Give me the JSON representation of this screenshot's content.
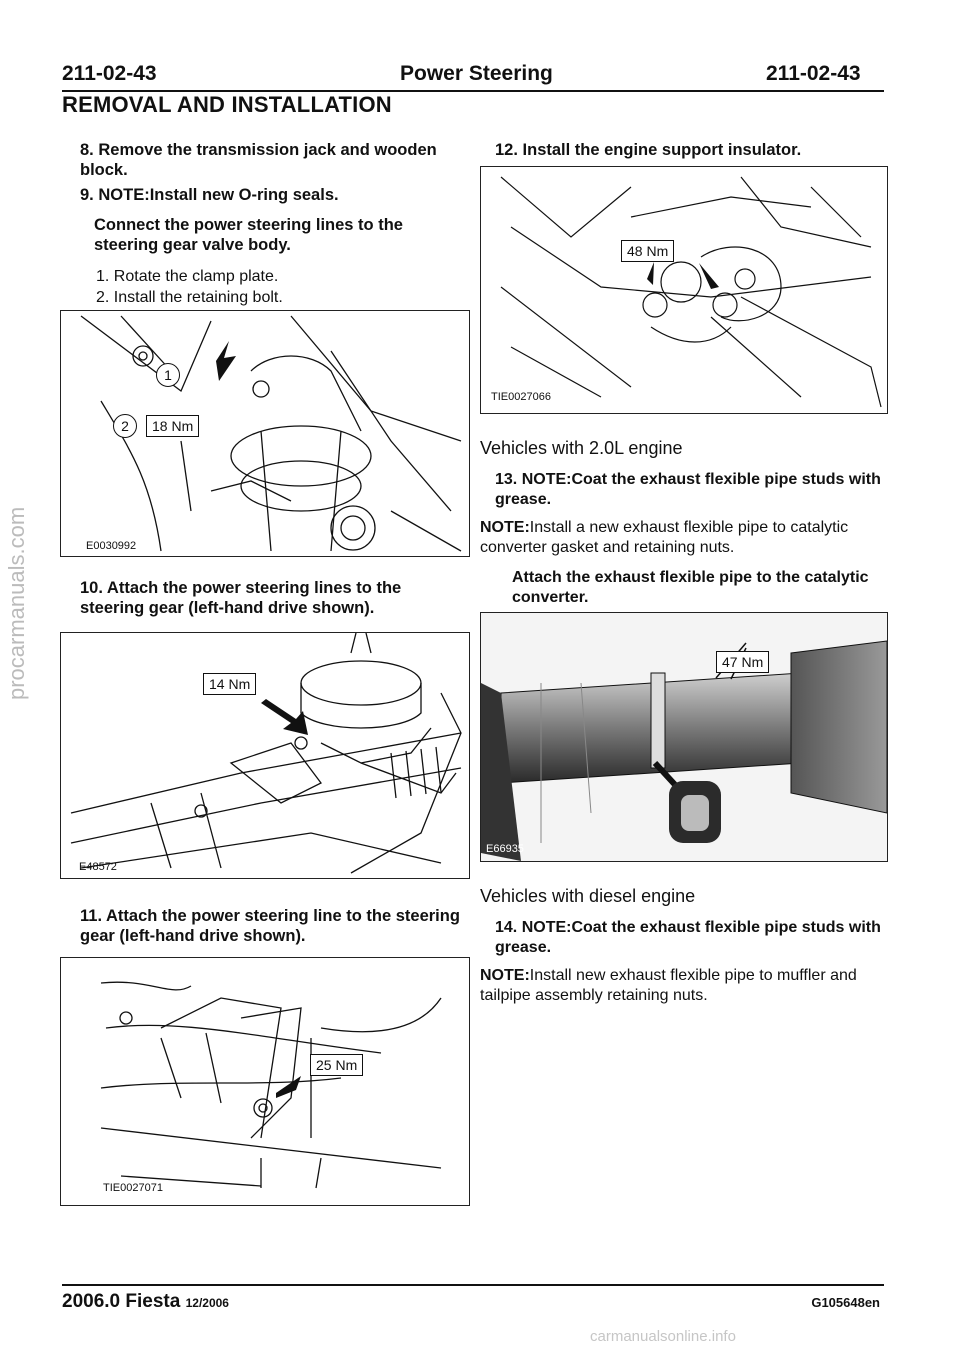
{
  "header": {
    "left_code": "211-02-43",
    "title": "Power Steering",
    "right_code": "211-02-43",
    "section": "REMOVAL AND INSTALLATION"
  },
  "sidebar_watermark": "procarmanuals.com",
  "steps": {
    "s8": {
      "num": "8.",
      "text": "Remove the transmission jack and wooden block."
    },
    "s9": {
      "num": "9.",
      "note": "NOTE:Install new O-ring seals.",
      "text": "Connect the power steering lines to the steering gear valve body.",
      "items": [
        "1. Rotate the clamp plate.",
        "2. Install the retaining bolt."
      ]
    },
    "s10": {
      "num": "10.",
      "text": "Attach the power steering lines to the steering gear (left-hand drive shown)."
    },
    "s11": {
      "num": "11.",
      "text": "Attach the power steering line to the steering gear (left-hand drive shown)."
    },
    "s12": {
      "num": "12.",
      "text": "Install the engine support insulator."
    },
    "v20": "Vehicles with 2.0L engine",
    "s13": {
      "num": "13.",
      "text": "NOTE:Coat the exhaust flexible pipe studs with grease."
    },
    "note13": {
      "label": "NOTE:",
      "text": "Install a new exhaust flexible pipe to catalytic converter gasket and retaining nuts."
    },
    "attach13": "Attach the exhaust flexible pipe to the catalytic converter.",
    "vdiesel": "Vehicles with diesel engine",
    "s14": {
      "num": "14.",
      "text": "NOTE:Coat the exhaust flexible pipe studs with grease."
    },
    "note14": {
      "label": "NOTE:",
      "text": "Install new exhaust flexible pipe to muffler and tailpipe assembly retaining nuts."
    }
  },
  "figures": {
    "f1": {
      "id": "E0030992",
      "torque": "18 Nm",
      "callouts": [
        "1",
        "2"
      ]
    },
    "f2": {
      "id": "E48572",
      "torque": "14 Nm"
    },
    "f3": {
      "id": "TIE0027071",
      "torque": "25 Nm"
    },
    "f4": {
      "id": "TIE0027066",
      "torque": "48 Nm"
    },
    "f5": {
      "id": "E66935",
      "torque": "47 Nm"
    }
  },
  "footer": {
    "model": "2006.0 Fiesta",
    "date": "12/2006",
    "code": "G105648en",
    "watermark": "carmanualsonline.info"
  }
}
